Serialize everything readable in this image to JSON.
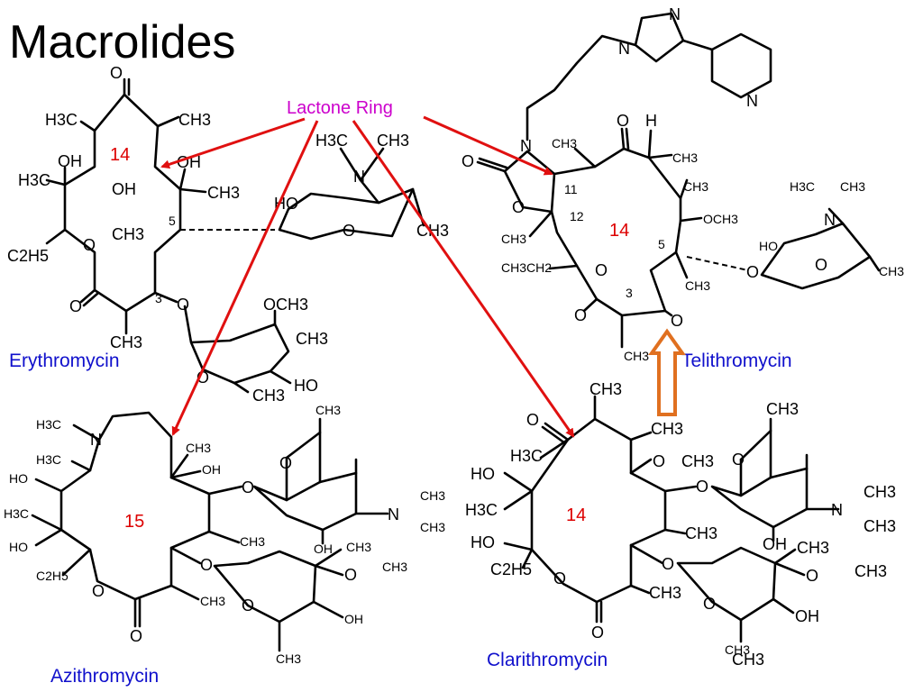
{
  "title": "Macrolides",
  "annotation": {
    "label": "Lactone Ring",
    "color": "#cc00cc"
  },
  "arrow_color": "#e01010",
  "highlight_arrow": {
    "fill": "#ffffff",
    "stroke": "#e07020"
  },
  "drug_name_color": "#1010cc",
  "ring_size_color": "#dd0000",
  "molecules": {
    "erythromycin": {
      "name": "Erythromycin",
      "ring_size": "14",
      "atoms": {
        "ch3_top": "CH3",
        "h3c_topleft": "H3C",
        "oh_left": "OH",
        "h3c_left": "H3C",
        "oh_mid": "OH",
        "oh_right": "OH",
        "ch3_right": "CH3",
        "ch3_mid": "CH3",
        "c2h5": "C2H5",
        "o_ring": "O",
        "o_carbonyl": "O",
        "o_top": "O",
        "ch3_bottom": "CH3",
        "pos5": "5",
        "pos3": "3",
        "o_glyc": "O",
        "h3c_n": "H3C",
        "ch3_n": "CH3",
        "n": "N",
        "ho_sugar": "HO",
        "o_sugar1": "O",
        "ch3_sugar1": "CH3",
        "och3": "OCH3",
        "ch3_sugar2": "CH3",
        "o_sugar2": "O",
        "ch3_sugar3": "CH3",
        "ho_sugar2": "HO"
      }
    },
    "telithromycin": {
      "name": "Telithromycin",
      "ring_size": "14",
      "atoms": {
        "n_imid1": "N",
        "n_imid2": "N",
        "n_pyr": "N",
        "n_carb": "N",
        "o_carb1": "O",
        "o_carb2": "O",
        "ch3_a": "CH3",
        "o_keto": "O",
        "h": "H",
        "ch3_b": "CH3",
        "ch3_c": "CH3",
        "och3": "OCH3",
        "pos11": "11",
        "pos12": "12",
        "ch3_d": "CH3",
        "ch3ch2": "CH3CH2",
        "o_ring": "O",
        "pos5": "5",
        "pos3": "3",
        "ch3_e": "CH3",
        "o_lact": "O",
        "o_keto2": "O",
        "ch3_f": "CH3",
        "h3c_n": "H3C",
        "ch3_n": "CH3",
        "n_sugar": "N",
        "ho": "HO",
        "o_s": "O",
        "ch3_s": "CH3",
        "o_link": "O"
      }
    },
    "azithromycin": {
      "name": "Azithromycin",
      "ring_size": "15",
      "atoms": {
        "h3c_n": "H3C",
        "n": "N",
        "h3c_a": "H3C",
        "ho_a": "HO",
        "h3c_b": "H3C",
        "ho_b": "HO",
        "c2h5": "C2H5",
        "o_ring": "O",
        "o_carbonyl": "O",
        "ch3_top": "CH3",
        "oh_top": "OH",
        "o_glyc1": "O",
        "ch3_mid": "CH3",
        "o_glyc2": "O",
        "ch3_bot": "CH3",
        "ch3_sugar": "CH3",
        "o_s1": "O",
        "oh_s1": "OH",
        "n_s": "N",
        "ch3_n1": "CH3",
        "ch3_n2": "CH3",
        "ch3_s2": "CH3",
        "o_s2": "O",
        "och3": "O",
        "ch3_o": "CH3",
        "oh_s2": "OH",
        "ch3_s3": "CH3"
      }
    },
    "clarithromycin": {
      "name": "Clarithromycin",
      "ring_size": "14",
      "atoms": {
        "ch3_top": "CH3",
        "o_keto": "O",
        "h3c_a": "H3C",
        "ch3_b": "CH3",
        "o_och3": "O",
        "ch3_och3": "CH3",
        "ho_a": "HO",
        "h3c_c": "H3C",
        "ho_b": "HO",
        "c2h5": "C2H5",
        "o_ring": "O",
        "o_carbonyl": "O",
        "ch3_c": "CH3",
        "o_glyc1": "O",
        "ch3_d": "CH3",
        "o_glyc2": "O",
        "ch3_e": "CH3",
        "ch3_sugar": "CH3",
        "o_s1": "O",
        "oh_s1": "OH",
        "n_s": "N",
        "ch3_n1": "CH3",
        "ch3_n2": "CH3",
        "ch3_s2": "CH3",
        "o_s2": "O",
        "o_och3b": "O",
        "ch3_och3b": "CH3",
        "oh_s2": "OH",
        "o_s3": "O",
        "ch3_s3": "CH3"
      }
    }
  }
}
